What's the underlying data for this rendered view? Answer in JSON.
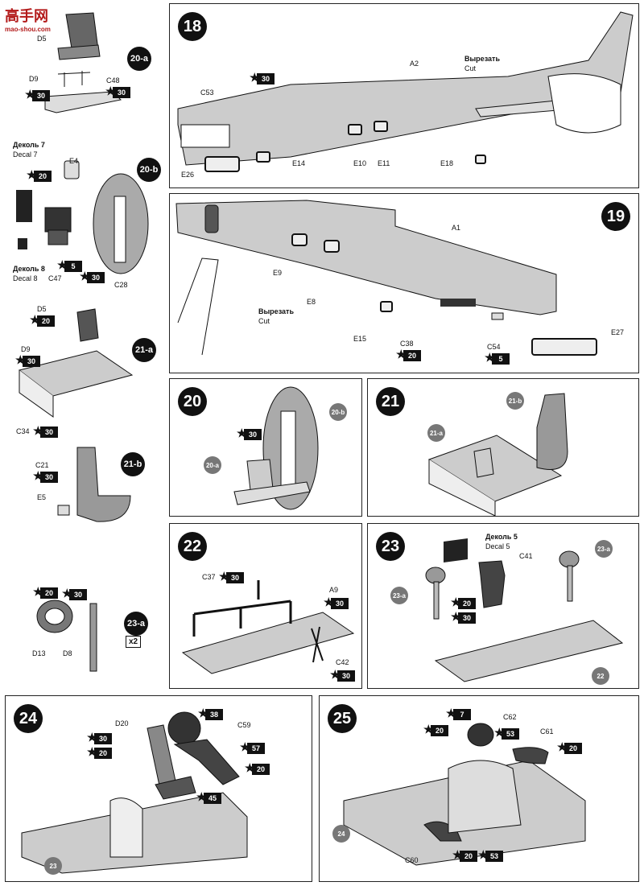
{
  "watermark": {
    "text": "高手网",
    "sub": "mao-shou.com"
  },
  "steps": {
    "s18": "18",
    "s19": "19",
    "s20": "20",
    "s21": "21",
    "s22": "22",
    "s23": "23",
    "s24": "24",
    "s25": "25"
  },
  "sub_steps": {
    "a20": "20-a",
    "b20": "20-b",
    "a21": "21-a",
    "b21": "21-b",
    "a23": "23-a",
    "x2": "x2"
  },
  "cut": {
    "ru": "Вырезать",
    "en": "Cut"
  },
  "decals": {
    "d7_ru": "Деколь 7",
    "d7_en": "Decal 7",
    "d8_ru": "Деколь 8",
    "d8_en": "Decal 8",
    "d5_ru": "Деколь 5",
    "d5_en": "Decal 5"
  },
  "parts": {
    "D5": "D5",
    "D9": "D9",
    "C48": "C48",
    "E4": "E4",
    "C47": "C47",
    "C28": "C28",
    "C34": "C34",
    "C21": "C21",
    "E5": "E5",
    "D13": "D13",
    "D8": "D8",
    "A2": "A2",
    "C53": "C53",
    "E26": "E26",
    "E14": "E14",
    "E10": "E10",
    "E11": "E11",
    "E18": "E18",
    "A1": "A1",
    "E9": "E9",
    "E8": "E8",
    "E15": "E15",
    "C38": "C38",
    "C54": "C54",
    "E27": "E27",
    "C37": "C37",
    "A9": "A9",
    "C42": "C42",
    "C41": "C41",
    "D20": "D20",
    "C59": "C59",
    "C62": "C62",
    "C61": "C61",
    "C60": "C60"
  },
  "paints": {
    "p30": "30",
    "p20": "20",
    "p5": "5",
    "p38": "38",
    "p57": "57",
    "p45": "45",
    "p7": "7",
    "p53": "53"
  },
  "refs": {
    "r22": "22",
    "r23": "23",
    "r24": "24"
  }
}
